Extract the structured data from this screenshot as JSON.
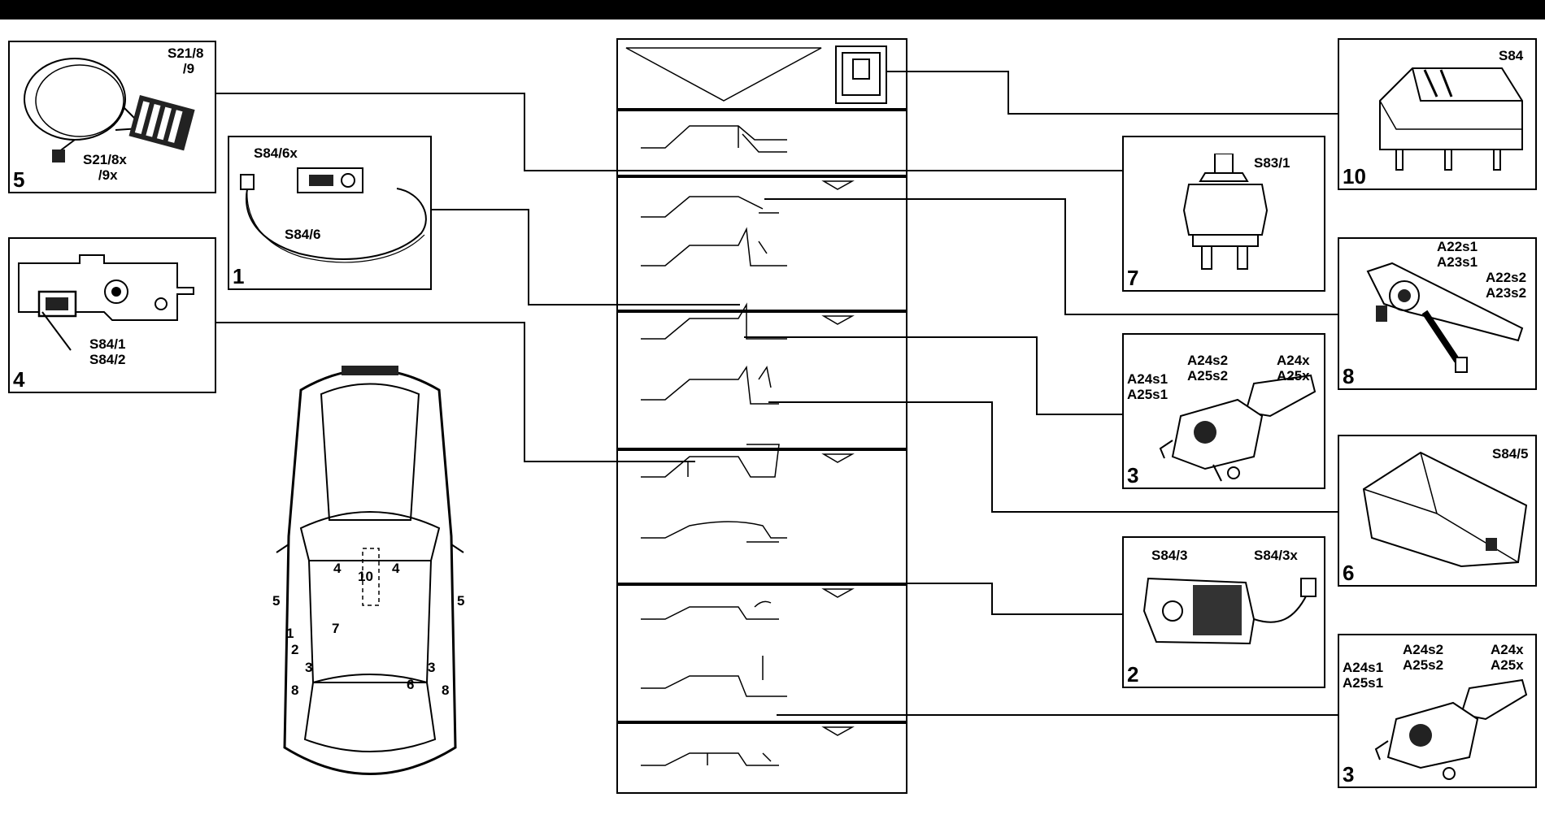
{
  "components": [
    {
      "id": "p5",
      "number": "5",
      "labels": [
        "S21/8\n    /9",
        "S21/8x\n    /9x"
      ]
    },
    {
      "id": "p1",
      "number": "1",
      "labels": [
        "S84/6x",
        "S84/6"
      ]
    },
    {
      "id": "p4",
      "number": "4",
      "labels": [
        "S84/1\nS84/2"
      ]
    },
    {
      "id": "p10",
      "number": "10",
      "labels": [
        "S84"
      ]
    },
    {
      "id": "p7",
      "number": "7",
      "labels": [
        "S83/1"
      ]
    },
    {
      "id": "p8",
      "number": "8",
      "labels": [
        "A22s1\nA23s1",
        "A22s2\nA23s2"
      ]
    },
    {
      "id": "p3a",
      "number": "3",
      "labels": [
        "A24s1\nA25s1",
        "A24s2\nA25s2",
        "A24x\nA25x"
      ]
    },
    {
      "id": "p6",
      "number": "6",
      "labels": [
        "S84/5"
      ]
    },
    {
      "id": "p2",
      "number": "2",
      "labels": [
        "S84/3",
        "S84/3x"
      ]
    },
    {
      "id": "p3b",
      "number": "3",
      "labels": [
        "A24s1\nA25s1",
        "A24s2\nA25s2",
        "A24x\nA25x"
      ]
    }
  ],
  "car_locations": [
    "4",
    "10",
    "4",
    "5",
    "5",
    "1",
    "7",
    "2",
    "3",
    "3",
    "8",
    "6",
    "8"
  ]
}
